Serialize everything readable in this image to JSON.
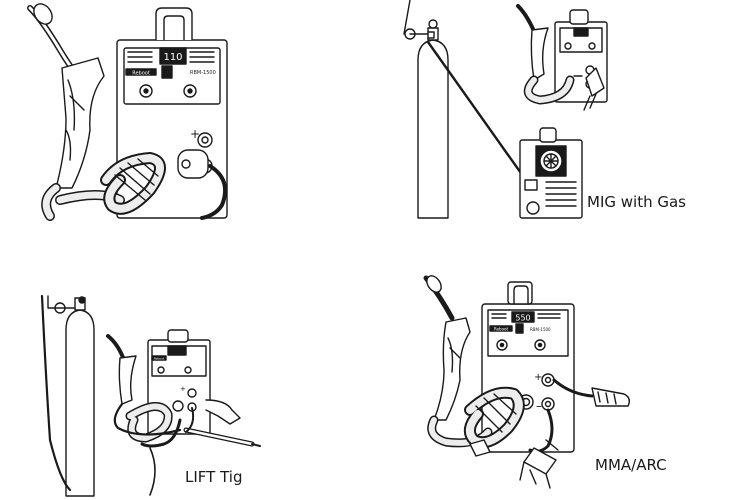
{
  "panels": {
    "mig_no_gas": {
      "brand": "Reboot",
      "model": "RBM-1500",
      "display": "110",
      "caption": ""
    },
    "mig_gas": {
      "caption": "MIG with Gas"
    },
    "lift_tig": {
      "brand": "Reboot",
      "caption": "LIFT Tig"
    },
    "mma_arc": {
      "brand": "Reboot",
      "model": "RBM-1500",
      "display": "550",
      "caption": "MMA/ARC"
    }
  },
  "colors": {
    "line": "#1a1a1a",
    "fill": "#ffffff",
    "hose": "#ededed"
  },
  "icons": [
    "welding-torch-icon",
    "gas-cylinder-icon",
    "regulator-icon",
    "ground-clamp-icon",
    "electrode-holder-icon",
    "tig-torch-icon"
  ]
}
